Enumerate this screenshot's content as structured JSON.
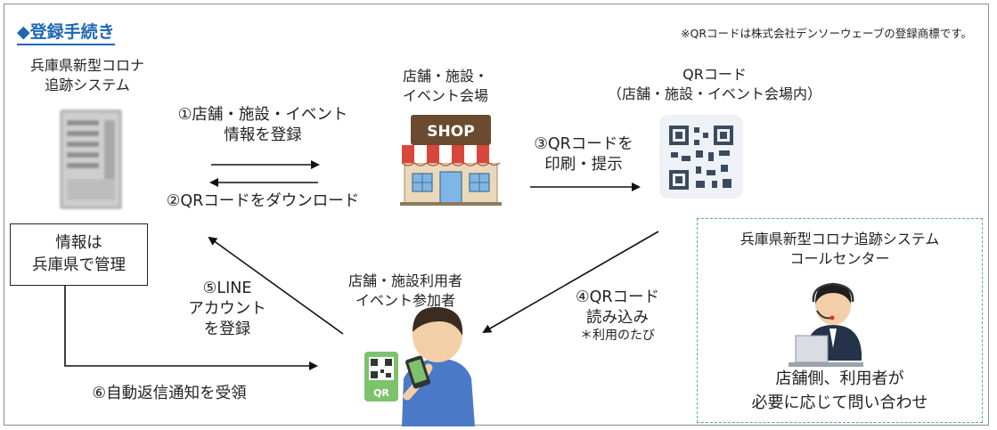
{
  "title": "◆登録手続き",
  "trademark_note": "※QRコードは株式会社デンソーウェーブの登録商標です。",
  "nodes": {
    "system": {
      "lines": [
        "兵庫県新型コロナ",
        "追跡システム"
      ]
    },
    "shop": {
      "lines": [
        "店舗・施設・",
        "イベント会場"
      ],
      "sign_text": "SHOP"
    },
    "qrcode": {
      "lines": [
        "QRコード",
        "（店舗・施設・イベント会場内）"
      ]
    },
    "info_box": {
      "lines": [
        "情報は",
        "兵庫県で管理"
      ]
    },
    "user": {
      "lines": [
        "店舗・施設利用者",
        "イベント参加者"
      ],
      "qr_text": "QR"
    },
    "callcenter": {
      "title_lines": [
        "兵庫県新型コロナ追跡システム",
        "コールセンター"
      ],
      "desc_lines": [
        "店舗側、利用者が",
        "必要に応じて問い合わせ"
      ]
    }
  },
  "steps": {
    "s1": [
      "①店舗・施設・イベント",
      "情報を登録"
    ],
    "s2": [
      "②QRコードをダウンロード"
    ],
    "s3": [
      "③QRコードを",
      "印刷・提示"
    ],
    "s4": [
      "④QRコード",
      "読み込み",
      "＊利用のたび"
    ],
    "s5": [
      "⑤LINE",
      "アカウント",
      "を登録"
    ],
    "s6": [
      "⑥自動返信通知を受領"
    ]
  },
  "colors": {
    "title": "#1f67b3",
    "node_label": "#8a8a8a",
    "callcenter_border": "#5aa4b8",
    "shop_awning_red": "#d9463b",
    "shop_window_blue": "#7fb6e6",
    "user_shirt": "#4a79c7",
    "phone_qr_green": "#58b34b"
  },
  "icons": [
    "server-icon",
    "shop-icon",
    "qr-code-icon",
    "user-phone-icon",
    "operator-icon"
  ]
}
